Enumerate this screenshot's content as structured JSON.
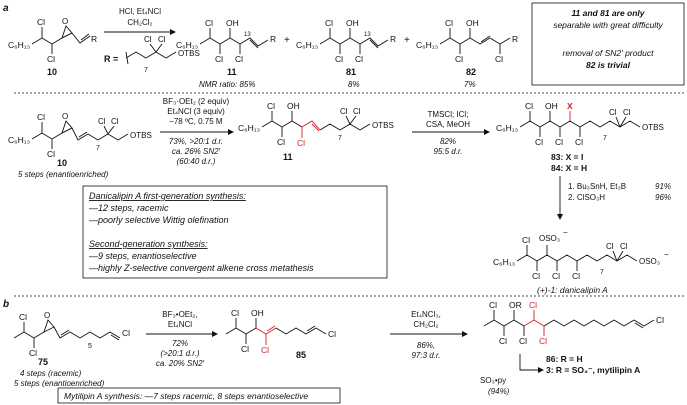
{
  "panel_a": {
    "label": "a",
    "sm": {
      "r1": "C₆H₁₃",
      "cl": "Cl",
      "r": "R",
      "num": "10"
    },
    "conditions_1": [
      "HCl, Et₄NCl",
      "CH₂Cl₂"
    ],
    "r_group": {
      "eq": "R =",
      "cl": "Cl",
      "otbs": "OTBS",
      "n": "7"
    },
    "products": [
      {
        "num": "11",
        "oh": "OH",
        "ratio": "NMR ratio: 85%",
        "c13": "13"
      },
      {
        "num": "81",
        "oh": "OH",
        "ratio": "8%",
        "c13": "13"
      },
      {
        "num": "82",
        "oh": "OH",
        "ratio": "7%"
      }
    ],
    "plus": "+",
    "note": {
      "line1": "11 and 81 are only",
      "line2": "separable with great difficulty",
      "line3": "removal of SN2′ product",
      "line4": "82 is trivial"
    }
  },
  "panel_a2": {
    "sm": {
      "num": "10",
      "caption": "5 steps (enantioenriched)"
    },
    "conditions_2": {
      "l1": "BF₃·OEt₂ (2 equiv)",
      "l2": "Et₄NCl (3 equiv)",
      "l3": "–78 ºC, 0.75 M",
      "l4": "73%, >20:1 d.r.",
      "l5": "ca. 26% SN2′",
      "l6": "(60:40 d.r.)"
    },
    "mid": {
      "num": "11"
    },
    "conditions_3": {
      "l1": "TMSCl; ICl;",
      "l2": "CSA, MeOH",
      "l3": "82%",
      "l4": "95:5 d.r."
    },
    "right": {
      "x": "X",
      "num83": "83: X = I",
      "num84": "84: X = H"
    },
    "conditions_4": {
      "l1": "1. Bu₃SnH, Et₃B",
      "l1y": "91%",
      "l2": "2. ClSO₃H",
      "l2y": "96%"
    },
    "final": {
      "oso3": "OSO₃",
      "minus": "−",
      "name": "(+)-1: danicalipin A"
    },
    "box": {
      "h1": "Danicalipin A first-generation synthesis:",
      "b1": "—12 steps, racemic",
      "b2": "—poorly selective Wittig olefination",
      "h2": "Second-generation synthesis:",
      "b3": "—9 steps, enantioselective",
      "b4": "—highly Z-selective convergent alkene cross metathesis"
    }
  },
  "panel_b": {
    "label": "b",
    "sm": {
      "num": "75",
      "c1": "4 steps (racemic)",
      "c2": "5 steps (enantioenriched)",
      "n": "5"
    },
    "conditions_5": {
      "l1": "BF₃•OEt₂,",
      "l2": "Et₄NCl",
      "l3": "72%",
      "l4": "(>20:1 d.r.)",
      "l5": "ca. 20% SN2′"
    },
    "mid": {
      "num": "85",
      "oh": "OH"
    },
    "conditions_6": {
      "l1": "Et₄NCl₃,",
      "l2": "CH₂Cl₂",
      "l3": "86%,",
      "l4": "97:3 d.r."
    },
    "right": {
      "or": "OR",
      "r86": "86: R = H",
      "r3": "3: R = SO₃⁻, mytilipin A",
      "reagent": "SO₃•py",
      "yield": "(94%)"
    },
    "box": "Mytilipin A synthesis: —7 steps racemic, 8 steps enantioselective"
  }
}
